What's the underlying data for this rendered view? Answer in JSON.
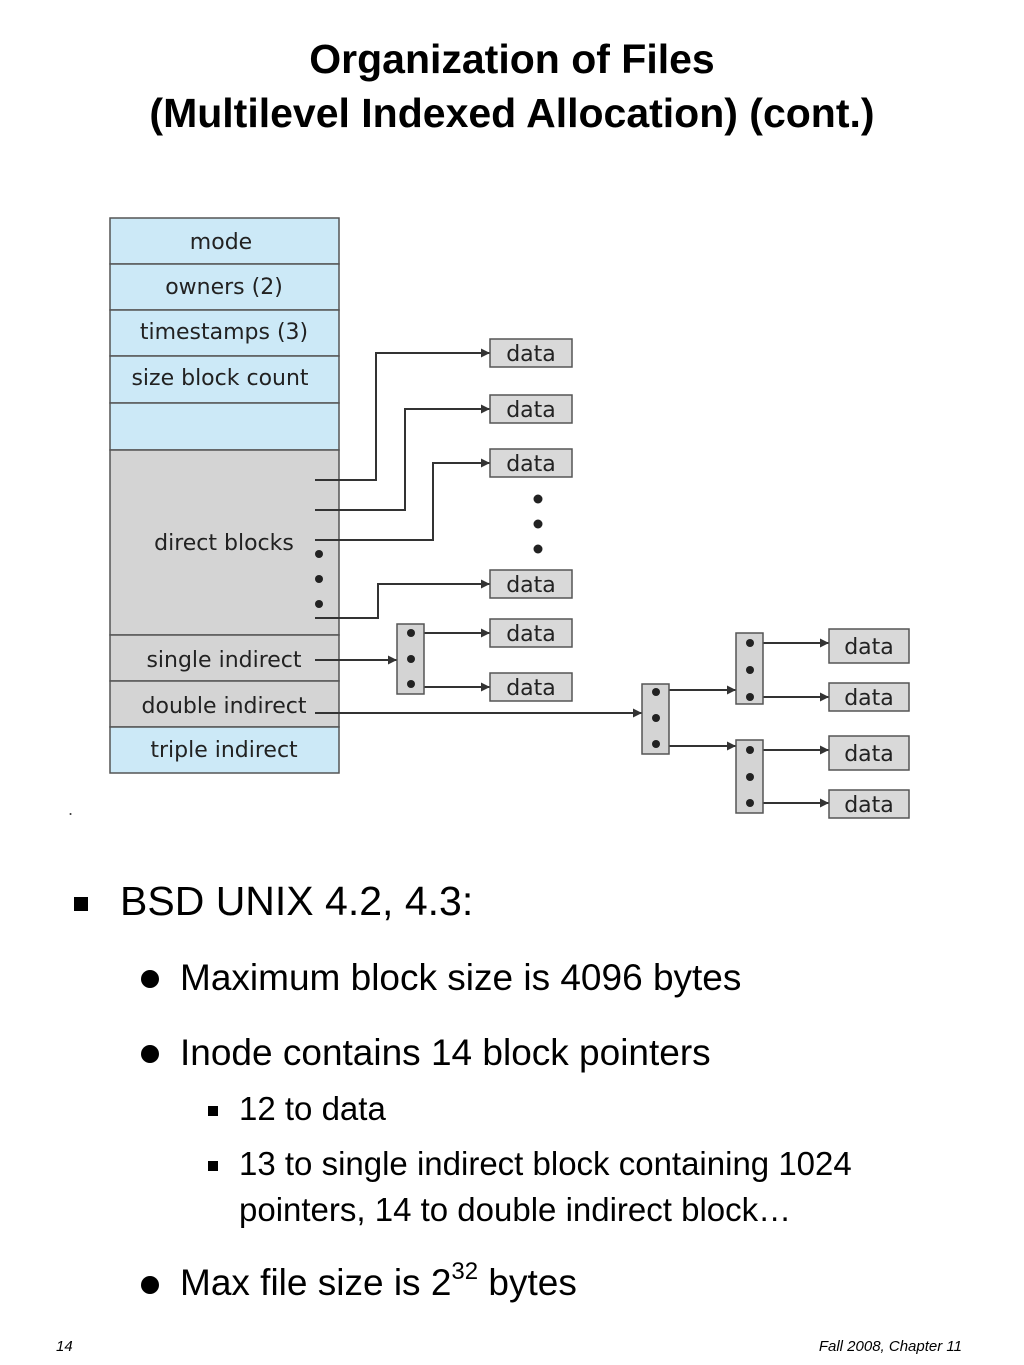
{
  "slide": {
    "title_line1": "Organization of Files",
    "title_line2": "(Multilevel Indexed Allocation) (cont.)",
    "page_number": "14",
    "footer_right": "Fall 2008, Chapter 11",
    "stray_mark": "."
  },
  "diagram": {
    "inode_fields": {
      "mode": "mode",
      "owners": "owners (2)",
      "timestamps": "timestamps (3)",
      "size": "size block count",
      "direct": "direct blocks",
      "single": "single indirect",
      "double": "double indirect",
      "triple": "triple indirect"
    },
    "data_label": "data",
    "colors": {
      "inode_blue": "#cce9f7",
      "inode_gray": "#d4d4d4",
      "data_box": "#d9d9d9",
      "stroke": "#333333"
    }
  },
  "bullets": {
    "l1": "BSD UNIX 4.2, 4.3:",
    "l2a": "Maximum block size is 4096 bytes",
    "l2b": "Inode contains 14 block pointers",
    "l3a": "12 to data",
    "l3b_line1": "13 to single indirect block containing 1024",
    "l3b_line2": "pointers, 14 to double indirect block…",
    "l2c_prefix": "Max file size is 2",
    "l2c_exp": "32",
    "l2c_suffix": " bytes"
  }
}
